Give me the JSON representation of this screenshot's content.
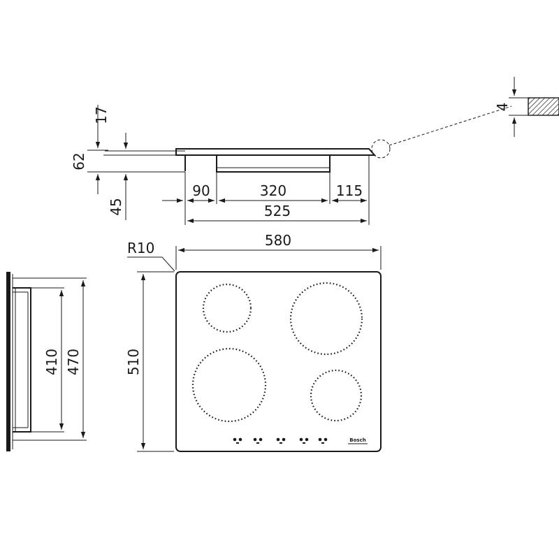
{
  "colors": {
    "line": "#1a1a1a",
    "background": "#ffffff"
  },
  "side_view": {
    "dim_17": "17",
    "dim_62": "62",
    "dim_45": "45",
    "dim_90": "90",
    "dim_320": "320",
    "dim_115": "115",
    "dim_525": "525"
  },
  "detail_view": {
    "dim_4": "4"
  },
  "top_view": {
    "radius_label": "R10",
    "width_label": "580",
    "depth_label": "510",
    "brand_text": "Bosch"
  },
  "cutout_view": {
    "dim_410": "410",
    "dim_470": "470"
  }
}
